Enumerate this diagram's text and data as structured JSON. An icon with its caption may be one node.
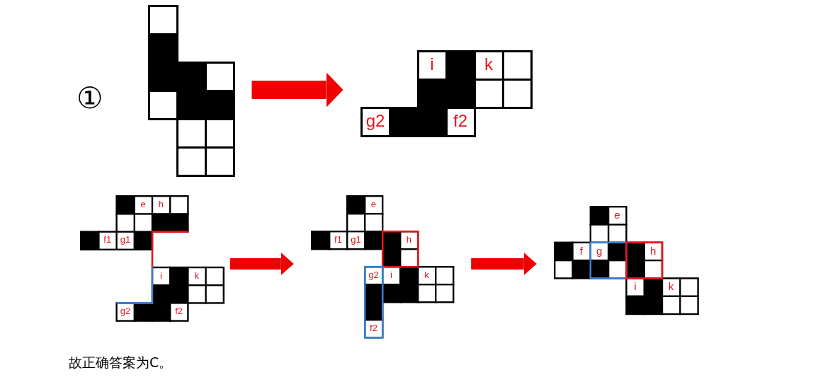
{
  "diagram": {
    "caption": "故正确答案为C。",
    "nodes": [
      {
        "text": [],
        "shape": "picture",
        "beside": [
          "①"
        ]
      },
      {
        "text": [
          "i",
          "k",
          "g2",
          "f2"
        ]
      },
      {
        "text": [
          "e",
          "h",
          "f1",
          "g1",
          "i",
          "k",
          "g2",
          "f2"
        ]
      },
      {
        "text": [
          "e",
          "f1",
          "g1",
          "h",
          "g2",
          "i",
          "k",
          "f2"
        ]
      },
      {
        "text": [
          "e",
          "f",
          "g",
          "h",
          "i",
          "k"
        ]
      }
    ],
    "edges": [
      {
        "from": 0,
        "to": 1,
        "arrow": "to"
      },
      {
        "from": 2,
        "to": 3,
        "arrow": "to"
      },
      {
        "from": 3,
        "to": 4,
        "arrow": "to"
      }
    ]
  }
}
